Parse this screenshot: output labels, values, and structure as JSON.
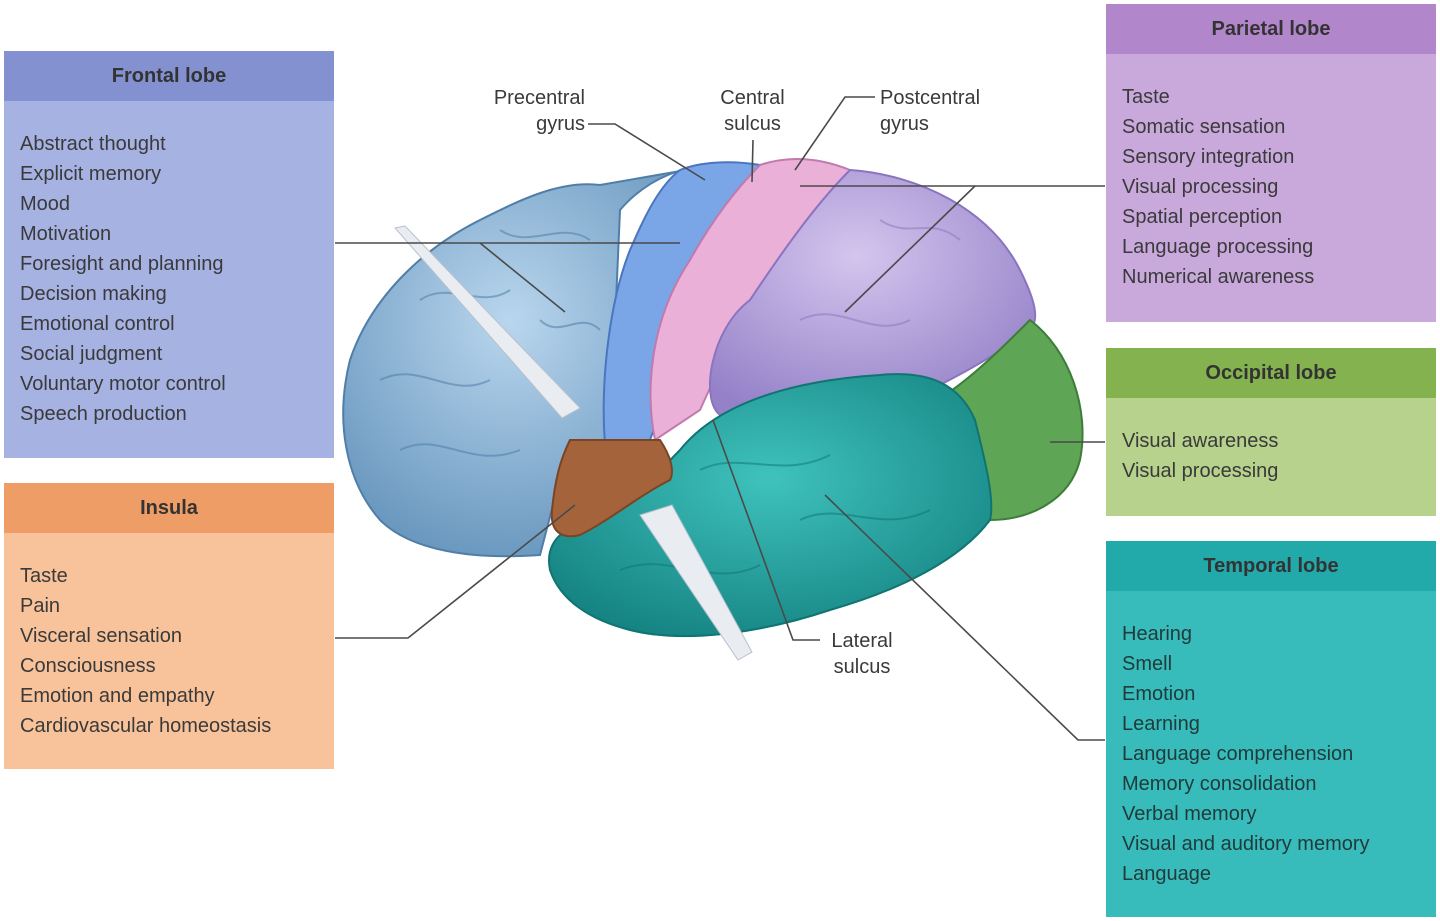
{
  "boxes": {
    "frontal": {
      "title": "Frontal lobe",
      "items": [
        "Abstract thought",
        "Explicit memory",
        "Mood",
        "Motivation",
        "Foresight and planning",
        "Decision making",
        "Emotional control",
        "Social judgment",
        "Voluntary motor control",
        "Speech production"
      ]
    },
    "insula": {
      "title": "Insula",
      "items": [
        "Taste",
        "Pain",
        "Visceral sensation",
        "Consciousness",
        "Emotion and empathy",
        "Cardiovascular homeostasis"
      ]
    },
    "parietal": {
      "title": "Parietal lobe",
      "items": [
        "Taste",
        "Somatic sensation",
        "Sensory integration",
        "Visual processing",
        "Spatial perception",
        "Language processing",
        "Numerical awareness"
      ]
    },
    "occipital": {
      "title": "Occipital lobe",
      "items": [
        "Visual awareness",
        "Visual processing"
      ]
    },
    "temporal": {
      "title": "Temporal lobe",
      "items": [
        "Hearing",
        "Smell",
        "Emotion",
        "Learning",
        "Language comprehension",
        "Memory consolidation",
        "Verbal memory",
        "Visual and auditory memory",
        "Language"
      ]
    }
  },
  "labels": {
    "precentral_1": "Precentral",
    "precentral_2": "gyrus",
    "central_1": "Central",
    "central_2": "sulcus",
    "postcentral_1": "Postcentral",
    "postcentral_2": "gyrus",
    "lateral_1": "Lateral",
    "lateral_2": "sulcus"
  },
  "colors": {
    "frontal": "#8fb3d6",
    "precentral": "#6f9ee0",
    "postcentral": "#e7a3cf",
    "parietal": "#b8a5dc",
    "occipital": "#5fa257",
    "temporal": "#1fa3a0",
    "insula": "#a4633a"
  }
}
